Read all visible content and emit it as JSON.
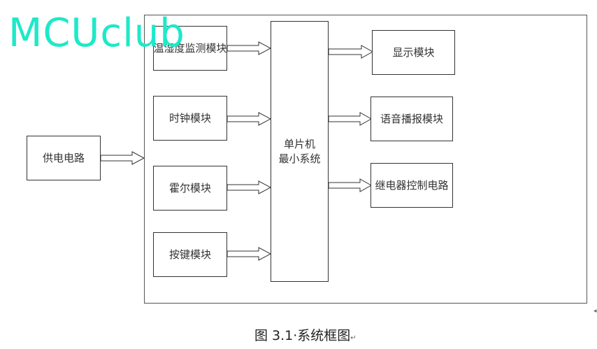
{
  "watermark": {
    "text": "MCUclub",
    "color": "#1de9c8"
  },
  "diagram": {
    "power": {
      "label": "供电电路"
    },
    "inputs": [
      {
        "label": "温湿度监测模块"
      },
      {
        "label": "时钟模块"
      },
      {
        "label": "霍尔模块"
      },
      {
        "label": "按键模块"
      }
    ],
    "mcu": {
      "line1": "单片机",
      "line2": "最小系统"
    },
    "outputs": [
      {
        "label": "显示模块"
      },
      {
        "label": "语音播报模块"
      },
      {
        "label": "继电器控制电路"
      }
    ]
  },
  "caption": {
    "text": "图 3.1·系统框图",
    "paragraph_mark": "↵"
  },
  "side_mark": "◂"
}
